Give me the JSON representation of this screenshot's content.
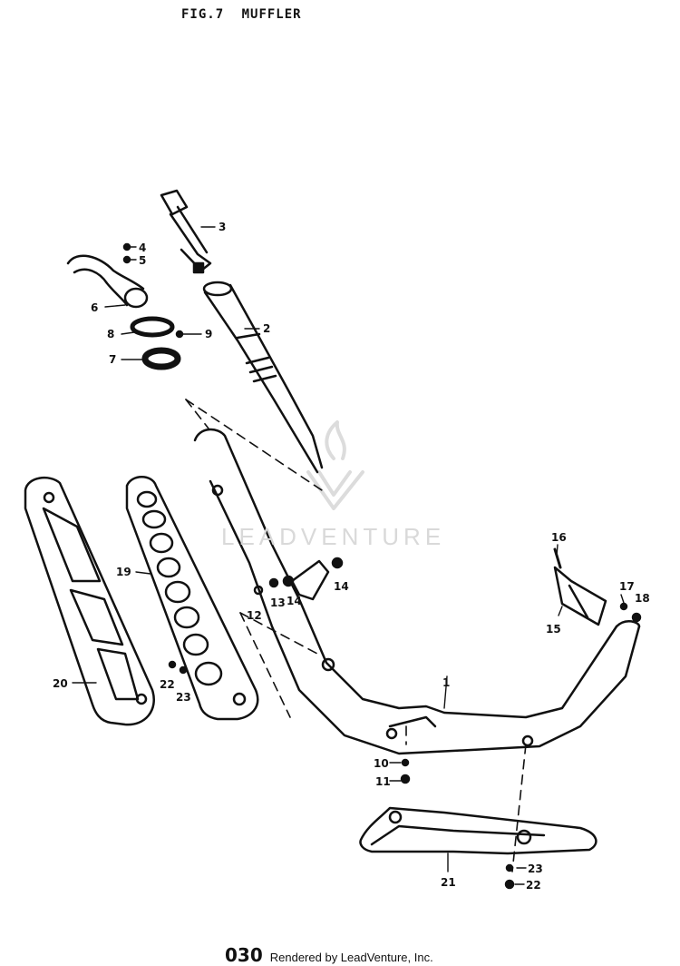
{
  "figure": {
    "number": "FIG.7",
    "title": "MUFFLER"
  },
  "watermark": {
    "brand": "LEADVENTURE"
  },
  "footer": {
    "page": "030",
    "rendered_by": "Rendered by LeadVenture, Inc."
  },
  "callouts": {
    "c1": "1",
    "c2": "2",
    "c3": "3",
    "c4": "4",
    "c5": "5",
    "c6": "6",
    "c7": "7",
    "c8": "8",
    "c9": "9",
    "c10": "10",
    "c11": "11",
    "c12": "12",
    "c13": "13",
    "c14a": "14",
    "c14b": "14",
    "c15": "15",
    "c16": "16",
    "c17": "17",
    "c18": "18",
    "c19": "19",
    "c20": "20",
    "c21": "21",
    "c22a": "22",
    "c22b": "22",
    "c23a": "23",
    "c23b": "23"
  }
}
